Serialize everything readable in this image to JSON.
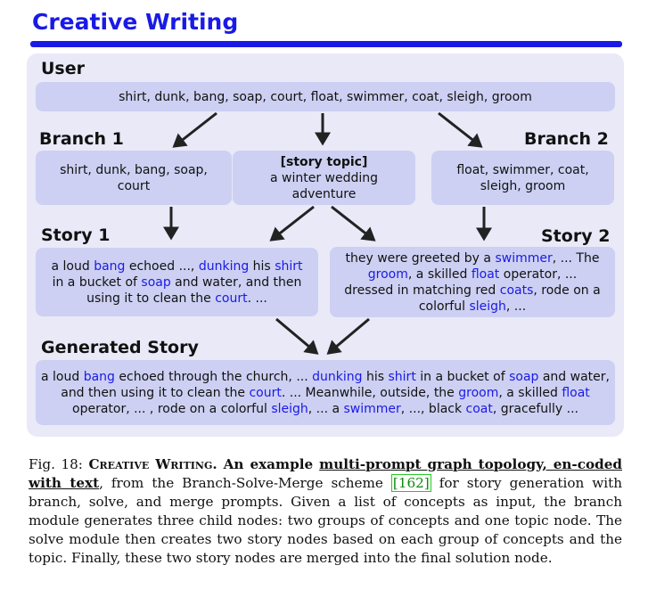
{
  "title": "Creative Writing",
  "labels": {
    "user": "User",
    "branch1": "Branch 1",
    "branch2": "Branch 2",
    "story1": "Story 1",
    "story2": "Story 2",
    "generated": "Generated Story"
  },
  "nodes": {
    "user_concepts": "shirt, dunk, bang, soap, court, float, swimmer, coat, sleigh, groom",
    "branch1_concepts_line1": "shirt, dunk, bang, soap,",
    "branch1_concepts_line2": "court",
    "topic_label": "[story topic]",
    "topic_line1": "a winter wedding",
    "topic_line2": "adventure",
    "branch2_concepts_line1": "float, swimmer, coat,",
    "branch2_concepts_line2": "sleigh, groom"
  },
  "story1": {
    "l1_a": "a loud ",
    "l1_b": "bang",
    "l1_c": " echoed ..., ",
    "l1_d": "dunking",
    "l1_e": " his ",
    "l1_f": "shirt",
    "l2_a": "in a bucket of ",
    "l2_b": "soap",
    "l2_c": " and water, and then",
    "l3_a": "using it to clean the ",
    "l3_b": "court",
    "l3_c": ". ..."
  },
  "story2": {
    "l1_a": "they were greeted by a ",
    "l1_b": "swimmer",
    "l1_c": ", ... The",
    "l2_a": "groom",
    "l2_b": ", a skilled ",
    "l2_c": "float",
    "l2_d": " operator, ...",
    "l3_a": "dressed in matching red ",
    "l3_b": "coats",
    "l3_c": ", rode on a",
    "l4_a": "colorful ",
    "l4_b": "sleigh",
    "l4_c": ", ..."
  },
  "generated": {
    "l1_a": "a loud ",
    "l1_b": "bang",
    "l1_c": " echoed through the church, ... ",
    "l1_d": "dunking",
    "l1_e": " his ",
    "l1_f": "shirt",
    "l1_g": " in a bucket of ",
    "l1_h": "soap",
    "l1_i": " and water,",
    "l2_a": "and then using it to clean the ",
    "l2_b": "court",
    "l2_c": ". ... Meanwhile, outside, the ",
    "l2_d": "groom",
    "l2_e": ", a skilled ",
    "l2_f": "float",
    "l3_a": "operator, ... , rode on a colorful ",
    "l3_b": "sleigh",
    "l3_c": ", ... a ",
    "l3_d": "swimmer",
    "l3_e": ", ..., black ",
    "l3_f": "coat",
    "l3_g": ", gracefully ..."
  },
  "caption": {
    "fig": "Fig. 18: ",
    "name": "Creative Writing",
    "bold1": ". An example ",
    "bold_ul": "multi-prompt graph topology, en-coded with text",
    "t1": ", from the Branch-Solve-Merge scheme ",
    "cite": "[162]",
    "t2": " for story generation with branch, solve, and merge prompts. Given a list of concepts as input, the branch module generates three child nodes: two groups of concepts and one topic node. The solve module then creates two story nodes based on each group of concepts and the topic. Finally, these two story nodes are merged into the final solution node."
  },
  "colors": {
    "accent": "#1a1ae6",
    "panel": "#e9e9f8",
    "node": "#cdd0f2",
    "cite": "#22cc22"
  }
}
